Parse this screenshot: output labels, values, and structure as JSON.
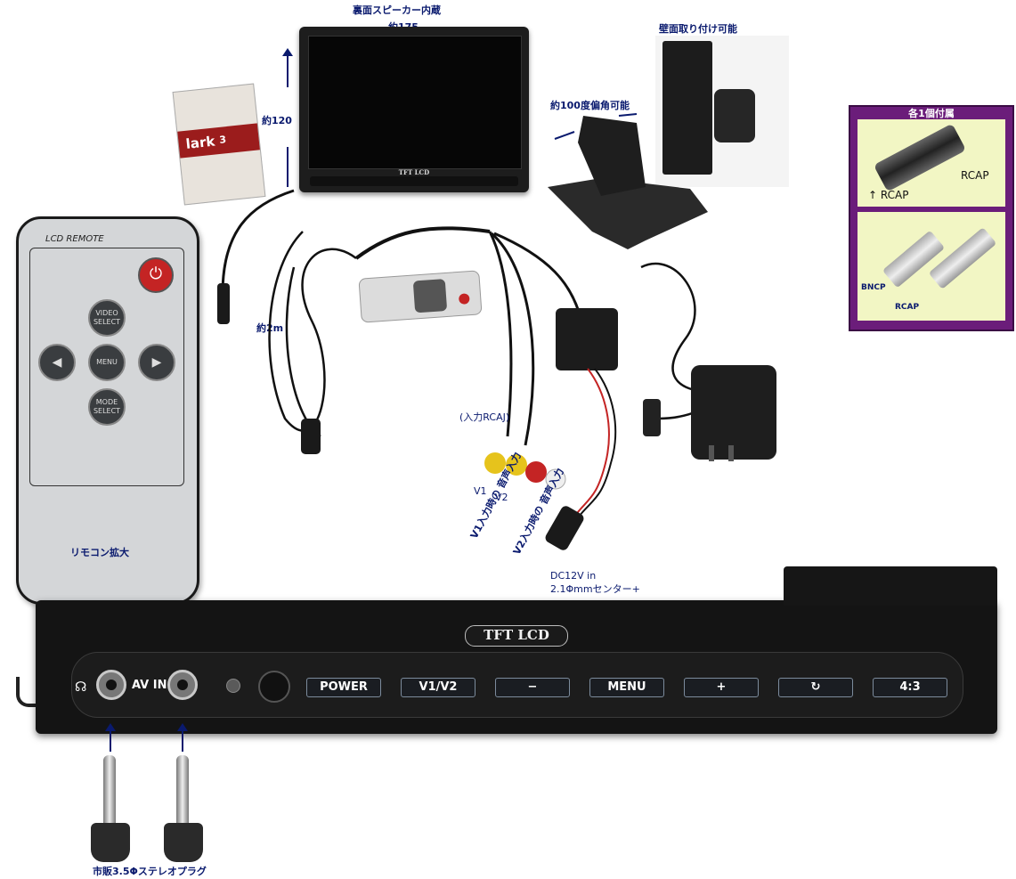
{
  "top_labels": {
    "speaker": "裏面スピーカー内蔵",
    "width": "約175",
    "height": "約120",
    "wall_mount": "壁面取り付け可能",
    "tilt": "約100度偏角可能",
    "cable_length": "約2m"
  },
  "monitor": {
    "brand": "TFT LCD"
  },
  "cigarette_box": {
    "brand": "lark",
    "number": "3"
  },
  "inset": {
    "title": "各1個付属",
    "rcap_top": "RCAP",
    "rcap_left": "RCAP",
    "bncp": "BNCP",
    "rcap_bottom": "RCAP"
  },
  "remote": {
    "title": "LCD REMOTE",
    "up_label": "VIDEO SELECT",
    "center_label": "MENU",
    "down_label": "MODE SELECT",
    "caption": "リモコン拡大"
  },
  "cables": {
    "rca_input": "(入力RCAJ)",
    "v1": "V1",
    "v2": "V2",
    "v1_audio": "V1入力時の 音声入力",
    "v2_audio": "V2入力時の 音声入力",
    "dc_line1": "DC12V in",
    "dc_line2": "2.1Φmmセンター+"
  },
  "bezel": {
    "brand": "TFT LCD",
    "avin": "AV IN",
    "buttons": [
      "POWER",
      "V1/V2",
      "−",
      "MENU",
      "+",
      "↻",
      "4:3"
    ]
  },
  "plugs": {
    "caption": "市販3.5Φステレオプラグ"
  },
  "colors": {
    "label_blue": "#0a1a6e",
    "inset_purple": "#6b1d7a",
    "power_red": "#c42424"
  }
}
